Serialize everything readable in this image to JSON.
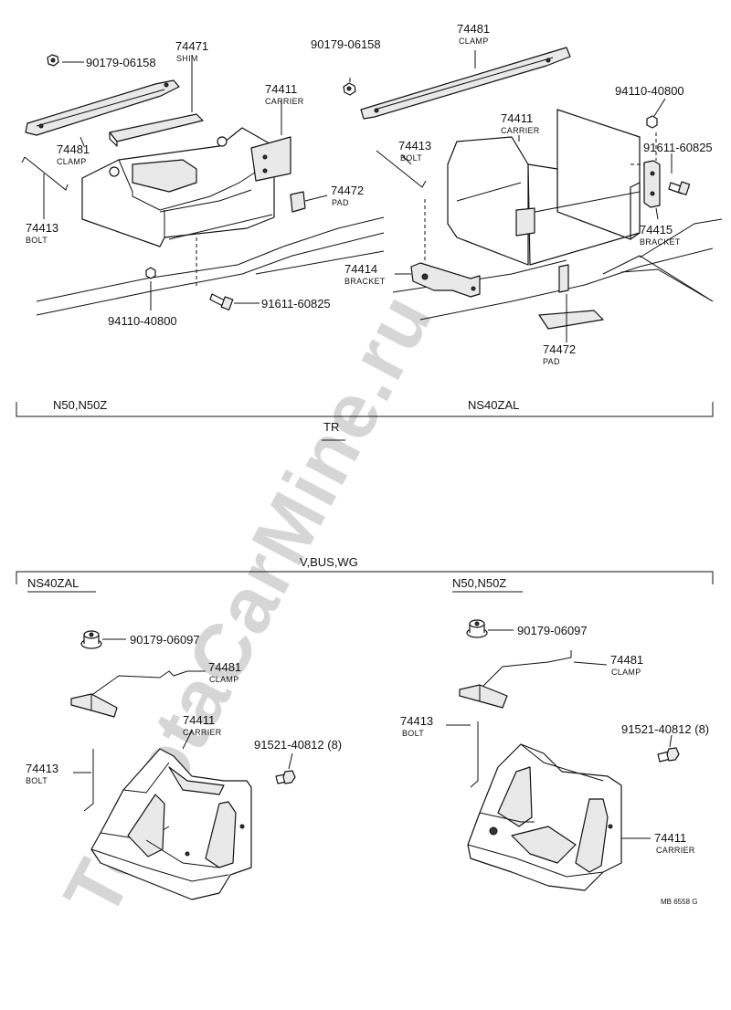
{
  "watermark": "ToyotaCarMine.ru",
  "sections": {
    "top_left": "N50,N50Z",
    "top_right": "NS40ZAL",
    "top_center": "TR",
    "bottom_center": "V,BUS,WG",
    "bottom_left": "NS40ZAL",
    "bottom_right": "N50,N50Z"
  },
  "labels": {
    "tl_nut_top": {
      "num": "90179-06158"
    },
    "tl_shim": {
      "num": "74471",
      "name": "SHIM"
    },
    "tl_clamp": {
      "num": "74481",
      "name": "CLAMP"
    },
    "tl_carrier": {
      "num": "74411",
      "name": "CARRIER"
    },
    "tl_bolt": {
      "num": "74413",
      "name": "BOLT"
    },
    "tl_pad": {
      "num": "74472",
      "name": "PAD"
    },
    "tl_nut_bottom": {
      "num": "94110-40800"
    },
    "tl_bolt_bottom": {
      "num": "91611-60825"
    },
    "tr_nut_top": {
      "num": "90179-06158"
    },
    "tr_clamp": {
      "num": "74481",
      "name": "CLAMP"
    },
    "tr_nut_right": {
      "num": "94110-40800"
    },
    "tr_carrier": {
      "num": "74411",
      "name": "CARRIER"
    },
    "tr_bolt": {
      "num": "74413",
      "name": "BOLT"
    },
    "tr_bolt_right": {
      "num": "91611-60825"
    },
    "tr_bracket_right": {
      "num": "74415",
      "name": "BRACKET"
    },
    "tr_bracket_left": {
      "num": "74414",
      "name": "BRACKET"
    },
    "tr_pad": {
      "num": "74472",
      "name": "PAD"
    },
    "bl_nut": {
      "num": "90179-06097"
    },
    "bl_clamp": {
      "num": "74481",
      "name": "CLAMP"
    },
    "bl_carrier": {
      "num": "74411",
      "name": "CARRIER"
    },
    "bl_bolt_right": {
      "num": "91521-40812 (8)"
    },
    "bl_bolt": {
      "num": "74413",
      "name": "BOLT"
    },
    "br_nut": {
      "num": "90179-06097"
    },
    "br_clamp": {
      "num": "74481",
      "name": "CLAMP"
    },
    "br_bolt": {
      "num": "74413",
      "name": "BOLT"
    },
    "br_bolt_right": {
      "num": "91521-40812 (8)"
    },
    "br_carrier": {
      "num": "74411",
      "name": "CARRIER"
    }
  },
  "figure_code": "MB 6558 G"
}
